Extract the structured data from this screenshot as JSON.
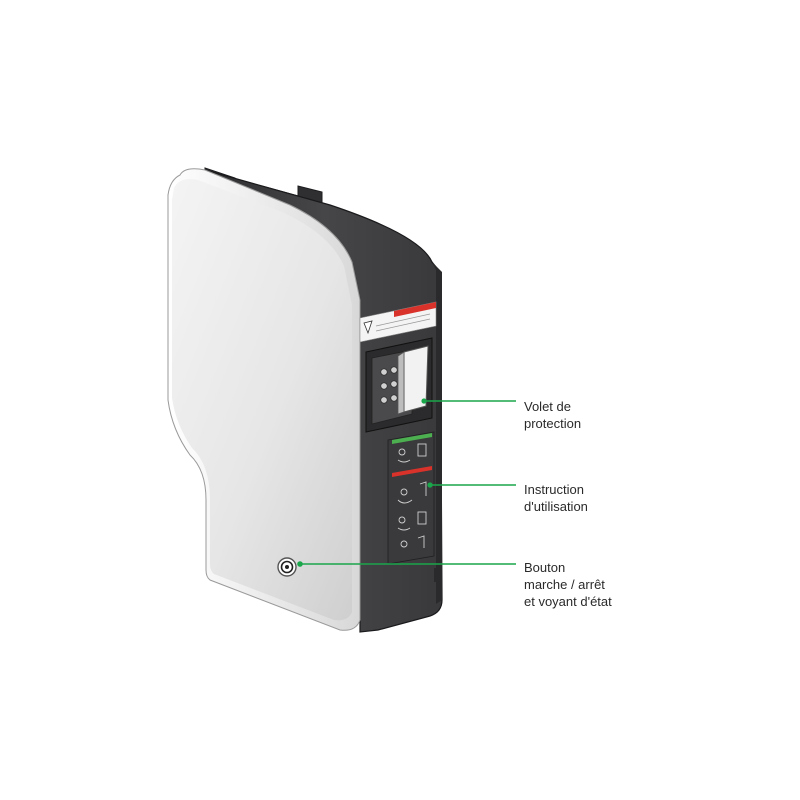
{
  "callouts": {
    "volet": {
      "line1": "Volet de",
      "line2": "protection"
    },
    "instruction": {
      "line1": "Instruction",
      "line2": "d'utilisation"
    },
    "bouton": {
      "line1": "Bouton",
      "line2": "marche / arrêt",
      "line3": "et voyant d'état"
    }
  },
  "colors": {
    "leader_line": "#1aa64a",
    "front_panel": "#ececec",
    "housing": "#3d3d3f",
    "warning_red": "#d9322b",
    "status_green": "#4caf50"
  }
}
